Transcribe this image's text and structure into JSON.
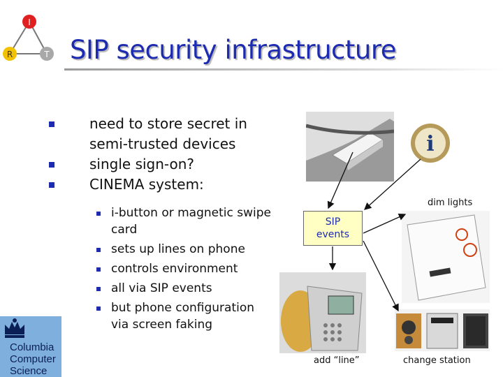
{
  "slide": {
    "title": "SIP security infrastructure"
  },
  "logo_triangle": {
    "top_letter": "I",
    "left_letter": "R",
    "right_letter": "T"
  },
  "bullets": [
    "need to store secret in semi-trusted devices",
    "single sign-on?",
    "CINEMA system:"
  ],
  "sub_bullets": [
    "i-button or magnetic swipe card",
    "sets up lines on phone",
    "controls environment",
    "all via SIP events",
    "but phone configuration via screen faking"
  ],
  "diagram": {
    "sip_box": "SIP events",
    "dim_lights": "dim lights",
    "add_line": "add “line”",
    "change_station": "change station",
    "info_glyph": "i"
  },
  "columbia": {
    "line1": "Columbia",
    "line2": "Computer",
    "line3": "Science"
  },
  "colors": {
    "title": "#1c2bb0",
    "bullet": "#1c2bb0",
    "sip_box_bg": "#ffffc4",
    "columbia_bg": "#7fb0dd"
  }
}
